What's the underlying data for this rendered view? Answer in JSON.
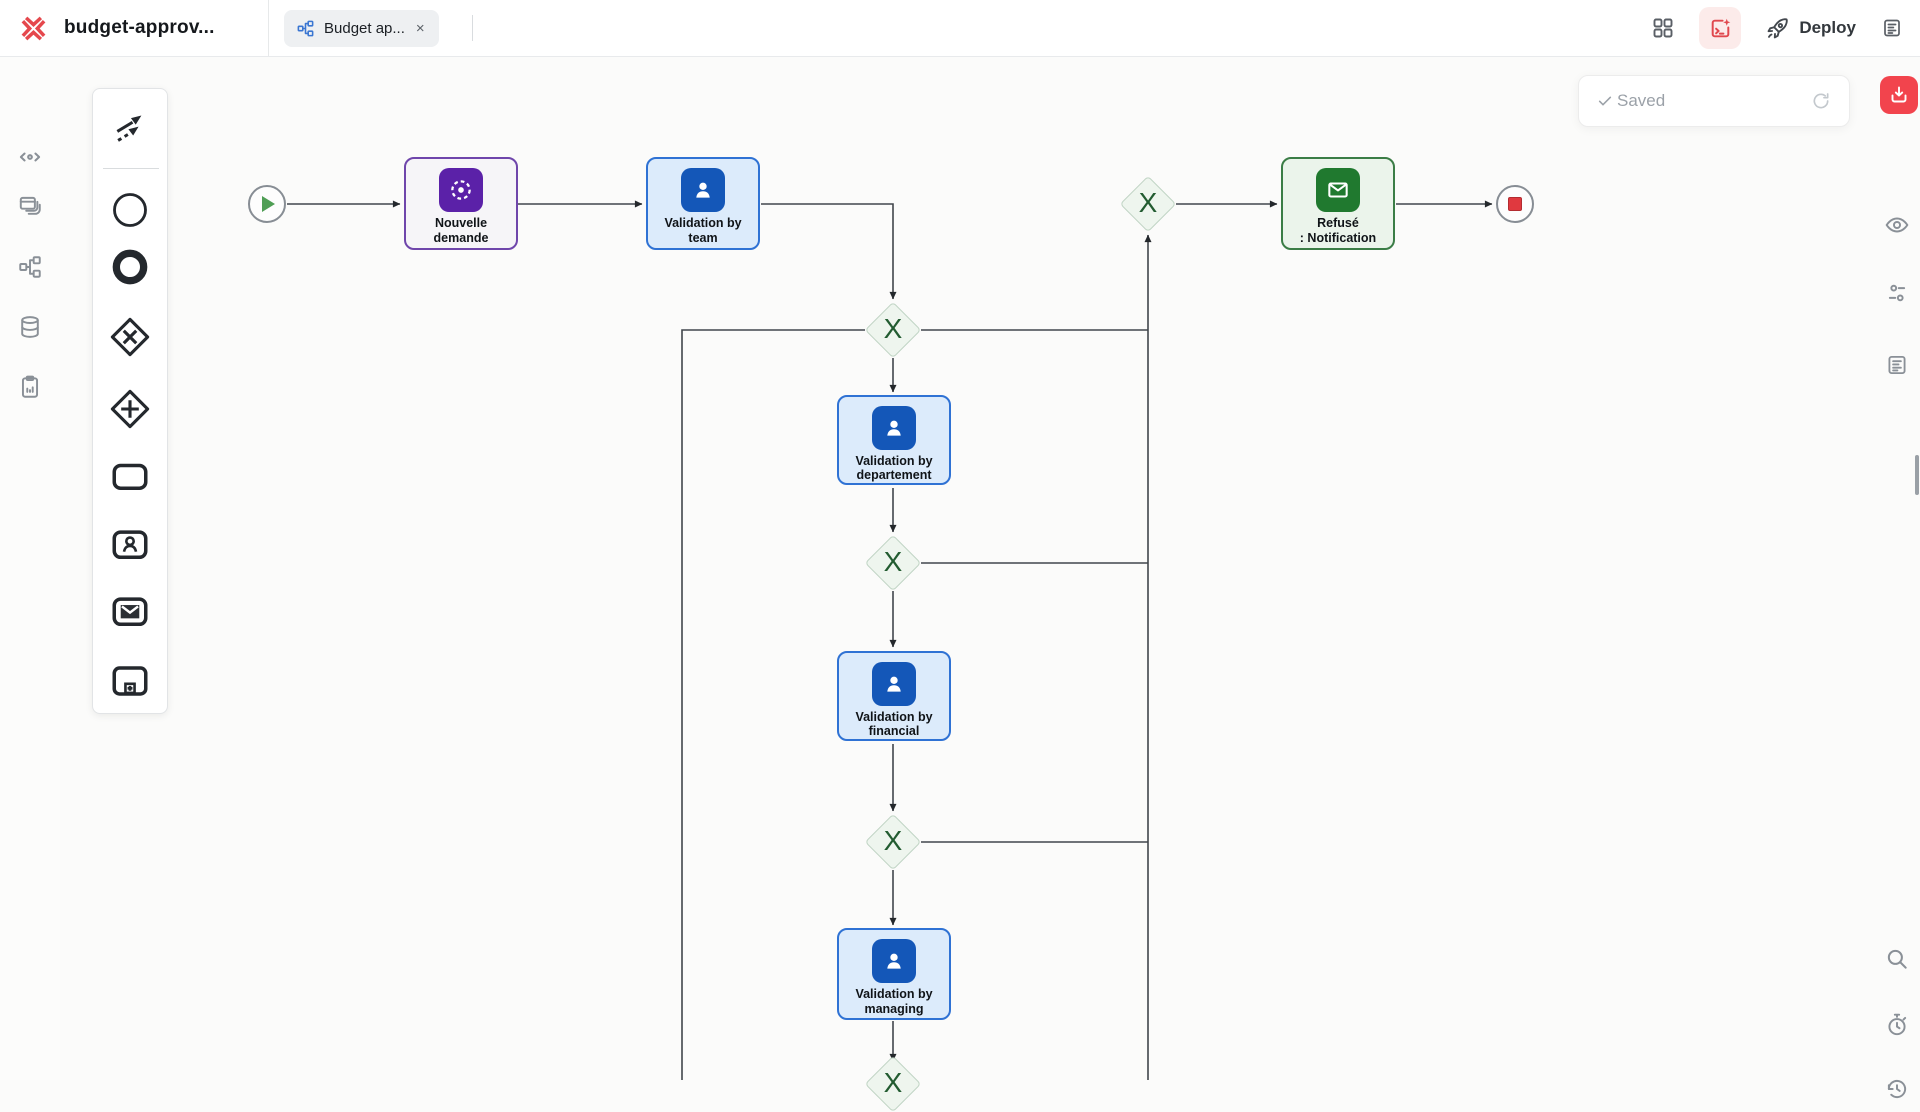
{
  "topbar": {
    "app_title": "budget-approv...",
    "tab_label": "Budget ap...",
    "tab_close": "×",
    "deploy_label": "Deploy",
    "right_icons": [
      "grid-icon",
      "ai-terminal-icon",
      "rocket-icon",
      "logs-icon"
    ]
  },
  "status": {
    "saved_label": "Saved",
    "icons": [
      "check-icon",
      "refresh-icon"
    ]
  },
  "left_rail_icons": [
    "resize-horizontal-icon",
    "windows-icon",
    "workflow-icon",
    "database-icon",
    "clipboard-chart-icon"
  ],
  "right_rail_icons": [
    "import-icon",
    "eye-icon",
    "sliders-icon",
    "logs-icon",
    "search-icon",
    "stopwatch-icon",
    "history-icon"
  ],
  "palette_tools": [
    "connector",
    "start-event",
    "end-event",
    "exclusive-gateway",
    "parallel-gateway",
    "task",
    "user-task",
    "mail-task",
    "subprocess"
  ],
  "diagram": {
    "nodes": [
      {
        "id": "start-event",
        "type": "start"
      },
      {
        "id": "nouvelle-demande",
        "type": "trigger-task",
        "label": "Nouvelle demande"
      },
      {
        "id": "validation-by-team",
        "type": "user-task",
        "label": "Validation by team"
      },
      {
        "id": "gateway-after-team",
        "type": "exclusive-gateway",
        "symbol": "X"
      },
      {
        "id": "validation-by-departement",
        "type": "user-task",
        "label": "Validation by departement"
      },
      {
        "id": "gateway-after-departement",
        "type": "exclusive-gateway",
        "symbol": "X"
      },
      {
        "id": "validation-by-financial",
        "type": "user-task",
        "label": "Validation by financial"
      },
      {
        "id": "gateway-after-financial",
        "type": "exclusive-gateway",
        "symbol": "X"
      },
      {
        "id": "validation-by-managing",
        "type": "user-task",
        "label": "Validation by managing"
      },
      {
        "id": "gateway-after-managing",
        "type": "exclusive-gateway",
        "symbol": "X"
      },
      {
        "id": "gateway-rejected",
        "type": "exclusive-gateway",
        "symbol": "X"
      },
      {
        "id": "refuse-notification",
        "type": "mail-task",
        "label_line1": "Refusé",
        "label_line2": ": Notification"
      },
      {
        "id": "end-event",
        "type": "end"
      }
    ],
    "colors": {
      "user_task_border": "#2f72d4",
      "user_task_bg": "#dcebfb",
      "user_task_icon_bg": "#1457b8",
      "trigger_border": "#6f46ab",
      "trigger_bg": "#f6f5f8",
      "trigger_icon_bg": "#5b21a8",
      "mail_border": "#3b7d46",
      "mail_bg": "#ebf4eb",
      "mail_icon_bg": "#20792f",
      "gateway_bg": "#eef5ee",
      "gateway_border": "#c0d4c4",
      "gateway_symbol": "#235c31",
      "edge": "#41464c",
      "start_accent": "#4f9e55",
      "end_accent": "#e0393f",
      "logo_red": "#e5484d",
      "highlight_pink": "#fcebea"
    }
  }
}
